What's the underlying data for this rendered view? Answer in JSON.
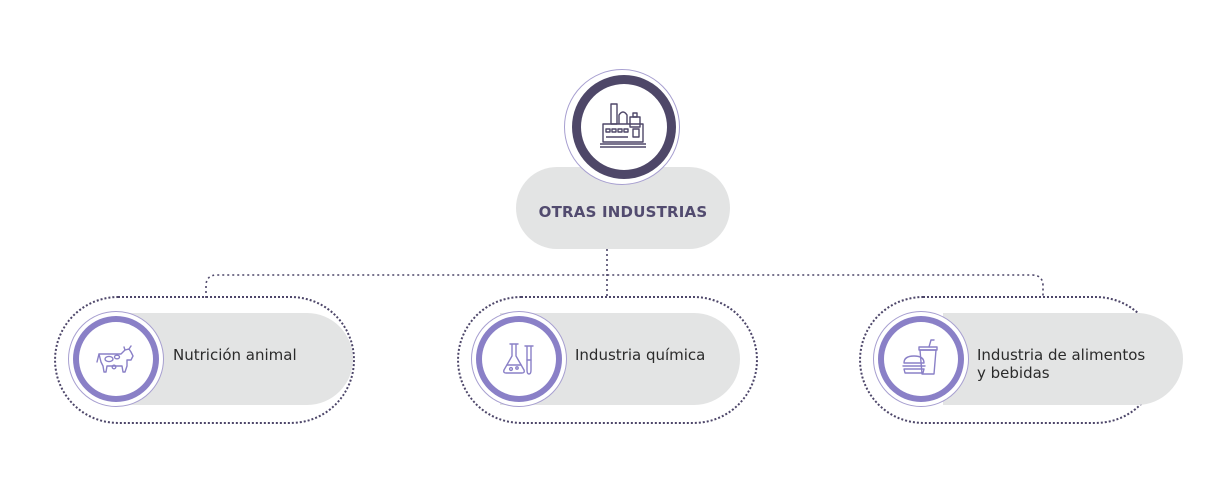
{
  "root": {
    "label": "OTRAS INDUSTRIAS",
    "icon": "factory-icon"
  },
  "children": [
    {
      "label": "Nutrición animal",
      "icon": "cow-icon"
    },
    {
      "label": "Industria química",
      "icon": "chemistry-flasks-icon"
    },
    {
      "label_line1": "Industria de alimentos",
      "label_line2": "y bebidas",
      "icon": "burger-drink-icon"
    }
  ],
  "colors": {
    "dark_purple": "#4e4768",
    "medium_purple": "#8a80c7",
    "light_purple": "#a79fd0",
    "pill_gray": "#e3e4e4",
    "text_dark": "#524b6f"
  }
}
